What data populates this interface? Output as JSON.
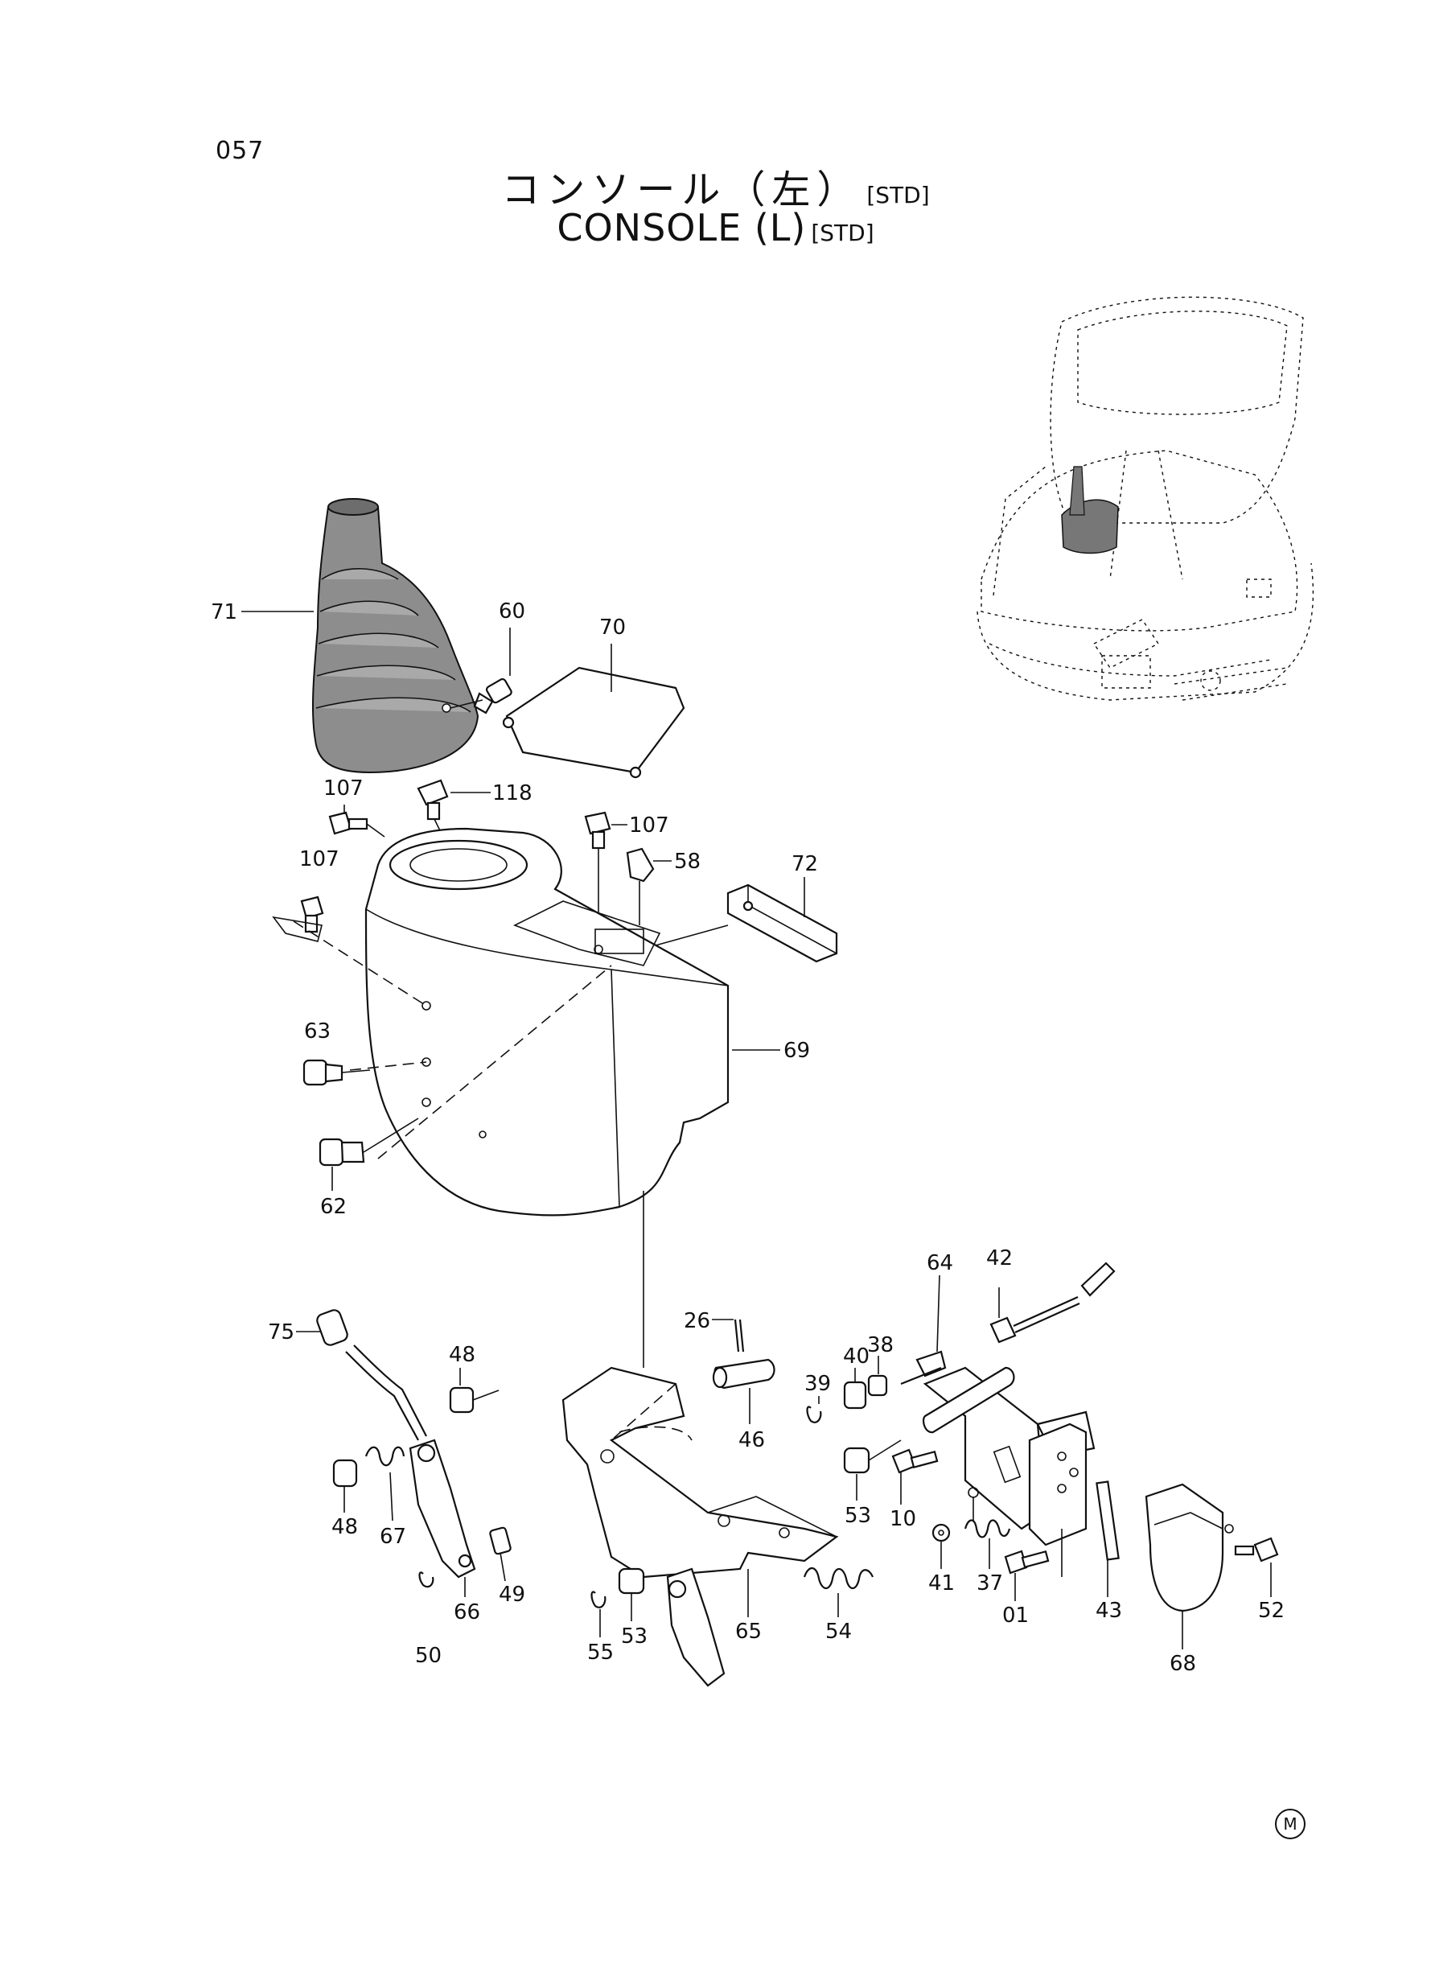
{
  "page_number": "057",
  "title": {
    "jp": "コンソール（左）",
    "en": "CONSOLE (L)",
    "tag": "[STD]"
  },
  "corner_mark": "M",
  "callouts": [
    {
      "id": "71",
      "label": "71"
    },
    {
      "id": "60",
      "label": "60"
    },
    {
      "id": "70",
      "label": "70"
    },
    {
      "id": "118",
      "label": "118"
    },
    {
      "id": "107a",
      "label": "107"
    },
    {
      "id": "107b",
      "label": "107"
    },
    {
      "id": "107c",
      "label": "107"
    },
    {
      "id": "58",
      "label": "58"
    },
    {
      "id": "72",
      "label": "72"
    },
    {
      "id": "63",
      "label": "63"
    },
    {
      "id": "69",
      "label": "69"
    },
    {
      "id": "62",
      "label": "62"
    },
    {
      "id": "75",
      "label": "75"
    },
    {
      "id": "48a",
      "label": "48"
    },
    {
      "id": "48b",
      "label": "48"
    },
    {
      "id": "67",
      "label": "67"
    },
    {
      "id": "49",
      "label": "49"
    },
    {
      "id": "50",
      "label": "50"
    },
    {
      "id": "66",
      "label": "66"
    },
    {
      "id": "26",
      "label": "26"
    },
    {
      "id": "46",
      "label": "46"
    },
    {
      "id": "39",
      "label": "39"
    },
    {
      "id": "40",
      "label": "40"
    },
    {
      "id": "38",
      "label": "38"
    },
    {
      "id": "64",
      "label": "64"
    },
    {
      "id": "42",
      "label": "42"
    },
    {
      "id": "53a",
      "label": "53"
    },
    {
      "id": "53b",
      "label": "53"
    },
    {
      "id": "10",
      "label": "10"
    },
    {
      "id": "41",
      "label": "41"
    },
    {
      "id": "37",
      "label": "37"
    },
    {
      "id": "01",
      "label": "01"
    },
    {
      "id": "43",
      "label": "43"
    },
    {
      "id": "68",
      "label": "68"
    },
    {
      "id": "52",
      "label": "52"
    },
    {
      "id": "54",
      "label": "54"
    },
    {
      "id": "65",
      "label": "65"
    },
    {
      "id": "55",
      "label": "55"
    }
  ]
}
